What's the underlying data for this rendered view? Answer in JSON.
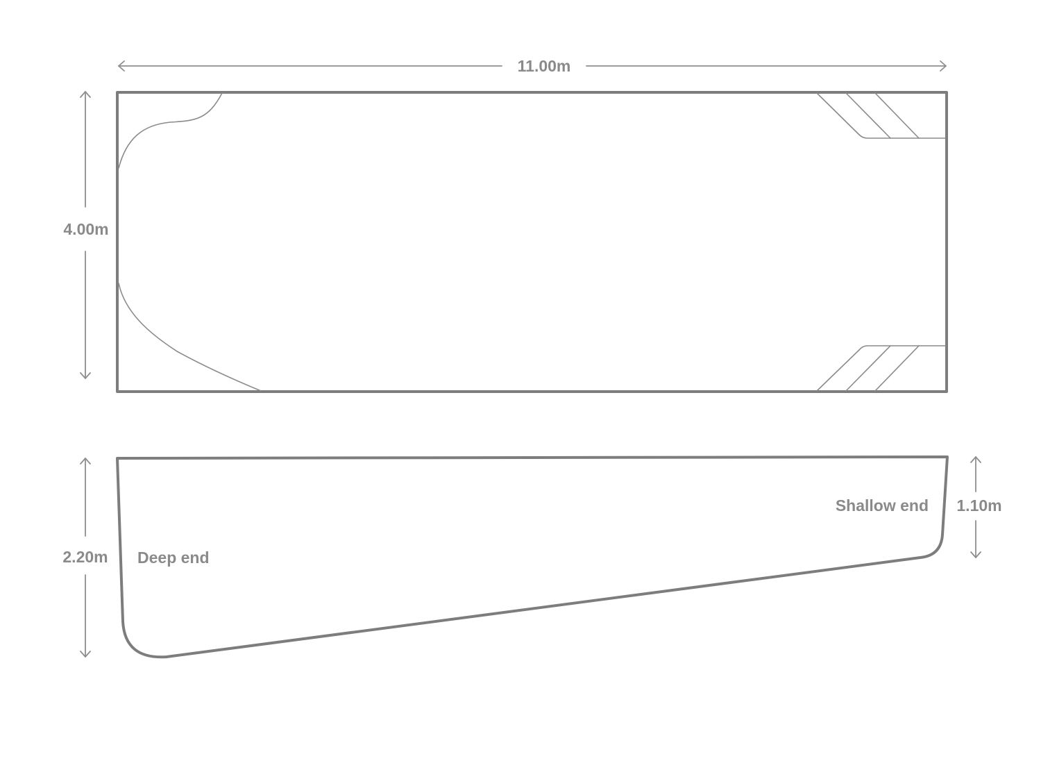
{
  "plan_view": {
    "length_label": "11.00m",
    "width_label": "4.00m"
  },
  "section_view": {
    "deep_depth_label": "2.20m",
    "deep_end_label": "Deep end",
    "shallow_depth_label": "1.10m",
    "shallow_end_label": "Shallow end"
  },
  "colors": {
    "stroke": "#7d7d7d",
    "text": "#8a8a8a"
  }
}
